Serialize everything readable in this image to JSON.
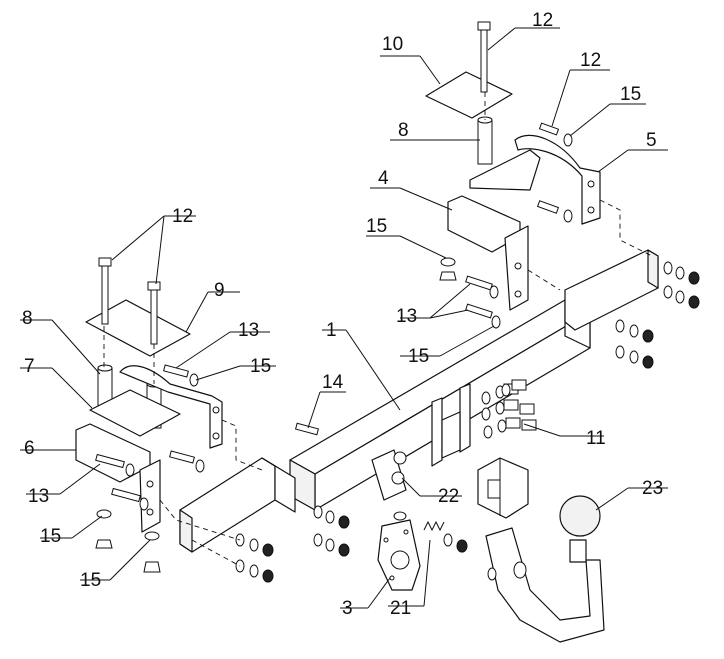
{
  "diagram": {
    "callouts": [
      {
        "id": "c1",
        "text": "1"
      },
      {
        "id": "c3",
        "text": "3"
      },
      {
        "id": "c4",
        "text": "4"
      },
      {
        "id": "c5",
        "text": "5"
      },
      {
        "id": "c6",
        "text": "6"
      },
      {
        "id": "c7",
        "text": "7"
      },
      {
        "id": "c8a",
        "text": "8"
      },
      {
        "id": "c8b",
        "text": "8"
      },
      {
        "id": "c9",
        "text": "9"
      },
      {
        "id": "c10",
        "text": "10"
      },
      {
        "id": "c11",
        "text": "11"
      },
      {
        "id": "c12a",
        "text": "12"
      },
      {
        "id": "c12b",
        "text": "12"
      },
      {
        "id": "c12c",
        "text": "12"
      },
      {
        "id": "c13a",
        "text": "13"
      },
      {
        "id": "c13b",
        "text": "13"
      },
      {
        "id": "c13c",
        "text": "13"
      },
      {
        "id": "c14",
        "text": "14"
      },
      {
        "id": "c15a",
        "text": "15"
      },
      {
        "id": "c15b",
        "text": "15"
      },
      {
        "id": "c15c",
        "text": "15"
      },
      {
        "id": "c15d",
        "text": "15"
      },
      {
        "id": "c15e",
        "text": "15"
      },
      {
        "id": "c21",
        "text": "21"
      },
      {
        "id": "c22",
        "text": "22"
      },
      {
        "id": "c23",
        "text": "23"
      }
    ]
  }
}
